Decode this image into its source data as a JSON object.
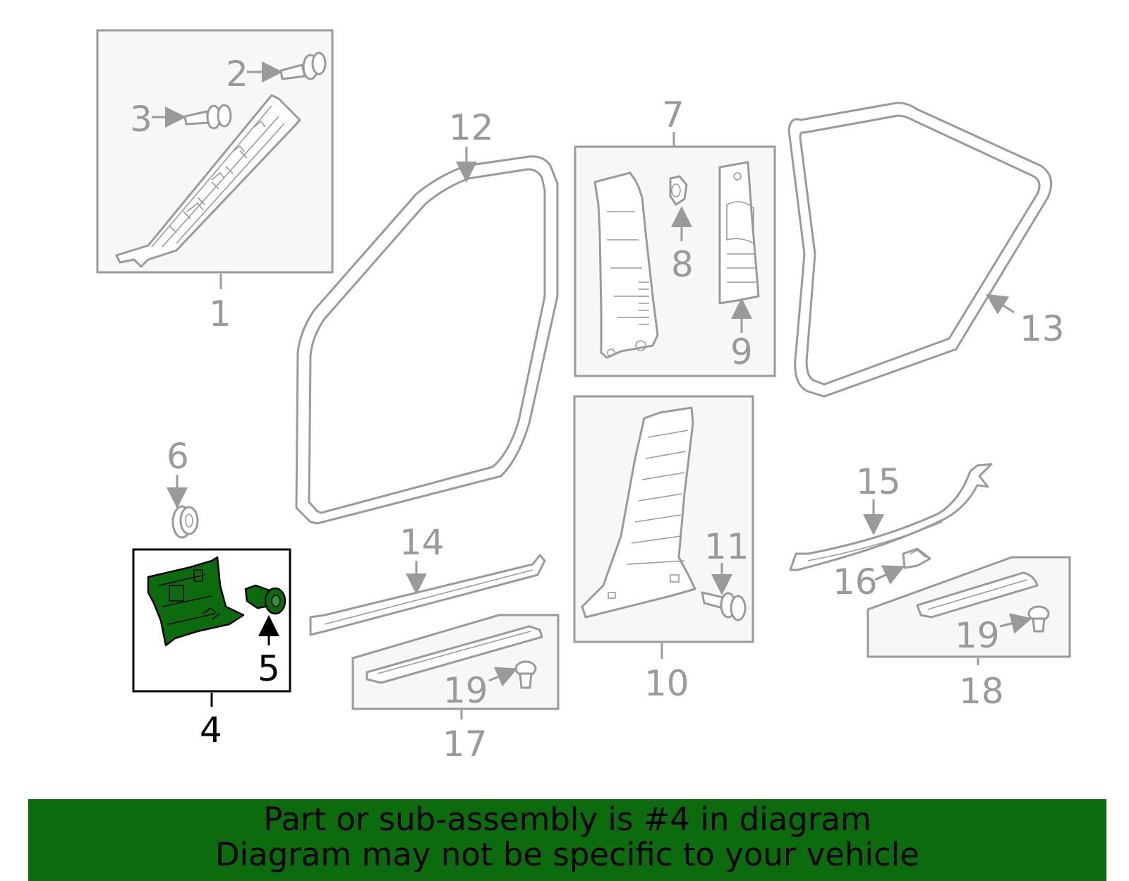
{
  "callouts": {
    "c1": "1",
    "c2": "2",
    "c3": "3",
    "c4": "4",
    "c5": "5",
    "c6": "6",
    "c7": "7",
    "c8": "8",
    "c9": "9",
    "c10": "10",
    "c11": "11",
    "c12": "12",
    "c13": "13",
    "c14": "14",
    "c15": "15",
    "c16": "16",
    "c17": "17",
    "c18": "18",
    "c19a": "19",
    "c19b": "19"
  },
  "highlight": {
    "part_number": "4",
    "color": "#0c6b0c",
    "outline": "#000000"
  },
  "banner": {
    "line1": "Part or sub-assembly is #4 in diagram",
    "line2": "Diagram may not be specific to your vehicle",
    "background": "#0c6b0c"
  }
}
